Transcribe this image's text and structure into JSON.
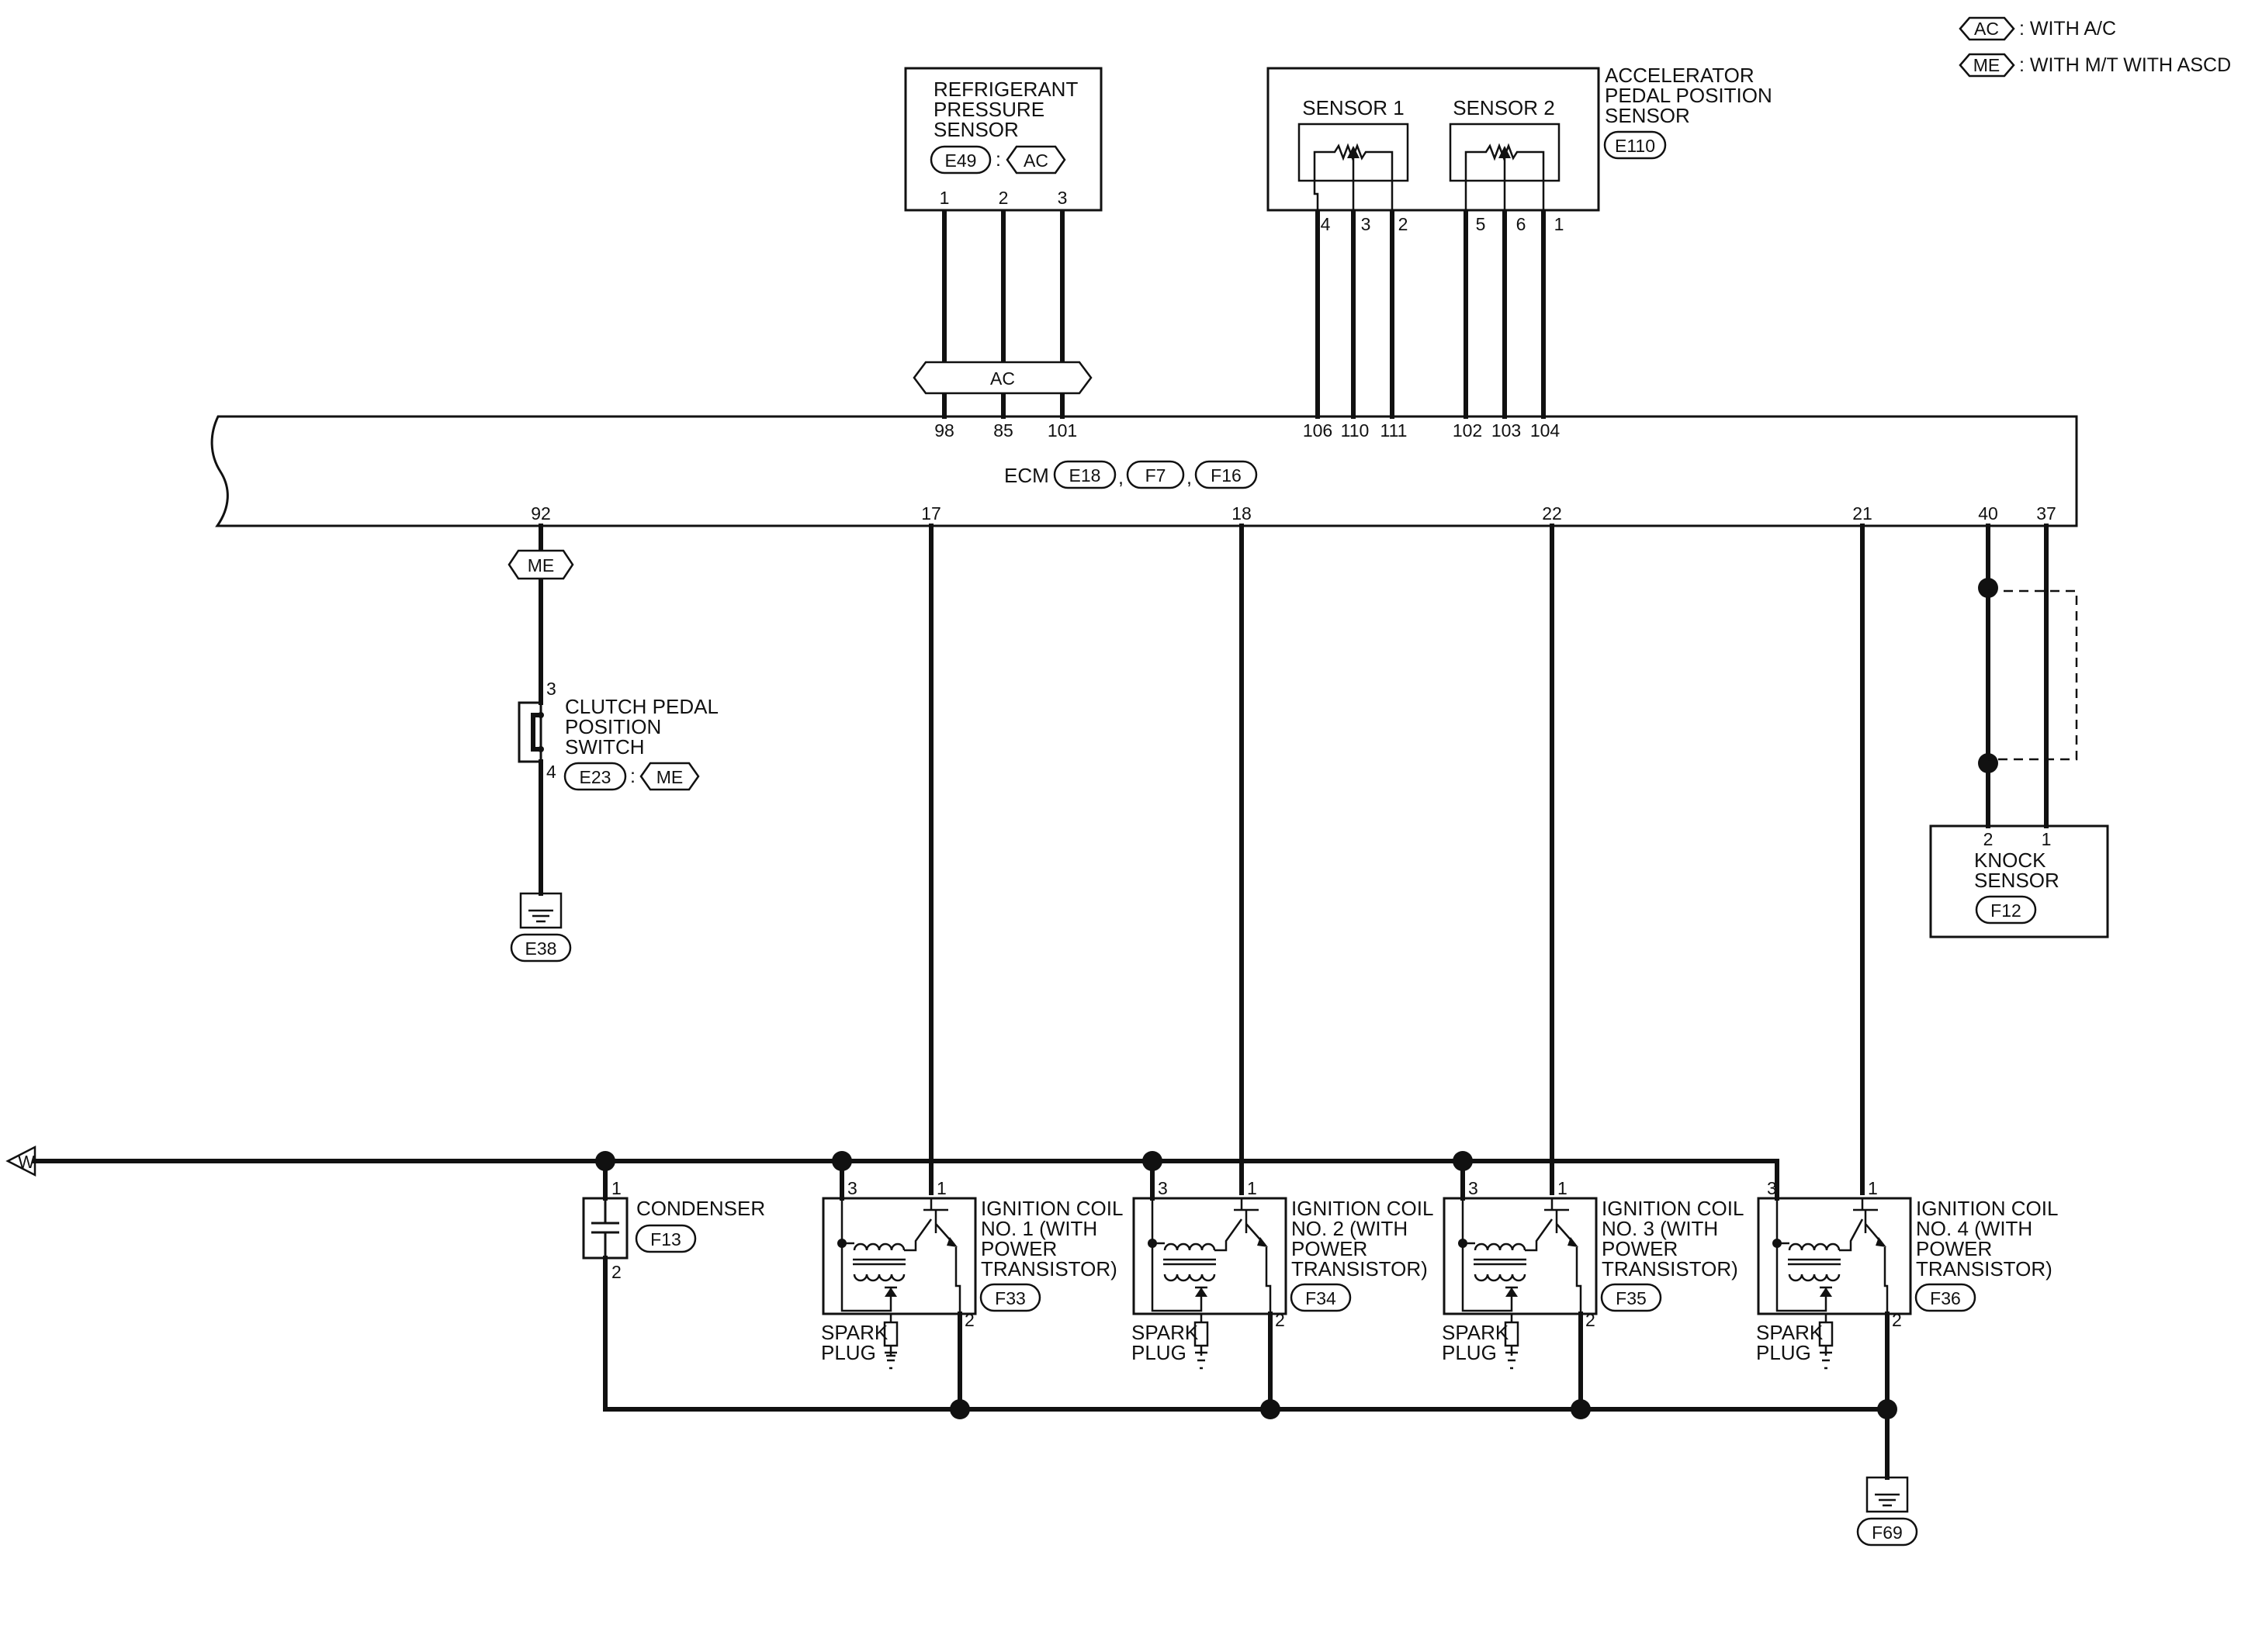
{
  "legend": [
    {
      "tag": "AC",
      "text": ": WITH A/C"
    },
    {
      "tag": "ME",
      "text": ": WITH M/T WITH ASCD"
    }
  ],
  "refrigerant": {
    "title": [
      "REFRIGERANT",
      "PRESSURE",
      "SENSOR"
    ],
    "connector": "E49",
    "option": "AC",
    "pins": [
      "1",
      "2",
      "3"
    ],
    "ecm_pins": [
      "98",
      "85",
      "101"
    ],
    "option_bar": "AC"
  },
  "accelerator": {
    "title": [
      "ACCELERATOR",
      "PEDAL POSITION",
      "SENSOR"
    ],
    "connector": "E110",
    "sensor1": {
      "label": "SENSOR 1",
      "pins": [
        "4",
        "3",
        "2"
      ],
      "ecm_pins": [
        "106",
        "110",
        "111"
      ]
    },
    "sensor2": {
      "label": "SENSOR 2",
      "pins": [
        "5",
        "6",
        "1"
      ],
      "ecm_pins": [
        "102",
        "103",
        "104"
      ]
    }
  },
  "ecm": {
    "label": "ECM",
    "connectors": [
      "E18",
      "F7",
      "F16"
    ],
    "bottom_pins": [
      "92",
      "17",
      "18",
      "22",
      "21",
      "40",
      "37"
    ]
  },
  "clutch": {
    "title": [
      "CLUTCH PEDAL",
      "POSITION",
      "SWITCH"
    ],
    "connector": "E23",
    "option": "ME",
    "pin_top": "3",
    "pin_bottom": "4",
    "ground": "E38",
    "option_tag": "ME"
  },
  "knock": {
    "title": [
      "KNOCK",
      "SENSOR"
    ],
    "connector": "F12",
    "pins": [
      "2",
      "1"
    ]
  },
  "power_tag": "W",
  "condenser": {
    "title": "CONDENSER",
    "connector": "F13",
    "pin_top": "1",
    "pin_bottom": "2"
  },
  "coils": [
    {
      "title": [
        "IGNITION COIL",
        "NO. 1 (WITH",
        "POWER",
        "TRANSISTOR)"
      ],
      "connector": "F33",
      "pins": [
        "3",
        "1",
        "2"
      ],
      "plug": [
        "SPARK",
        "PLUG"
      ]
    },
    {
      "title": [
        "IGNITION COIL",
        "NO. 2 (WITH",
        "POWER",
        "TRANSISTOR)"
      ],
      "connector": "F34",
      "pins": [
        "3",
        "1",
        "2"
      ],
      "plug": [
        "SPARK",
        "PLUG"
      ]
    },
    {
      "title": [
        "IGNITION COIL",
        "NO. 3 (WITH",
        "POWER",
        "TRANSISTOR)"
      ],
      "connector": "F35",
      "pins": [
        "3",
        "1",
        "2"
      ],
      "plug": [
        "SPARK",
        "PLUG"
      ]
    },
    {
      "title": [
        "IGNITION COIL",
        "NO. 4 (WITH",
        "POWER",
        "TRANSISTOR)"
      ],
      "connector": "F36",
      "pins": [
        "3",
        "1",
        "2"
      ],
      "plug": [
        "SPARK",
        "PLUG"
      ]
    }
  ],
  "main_ground": "F69"
}
